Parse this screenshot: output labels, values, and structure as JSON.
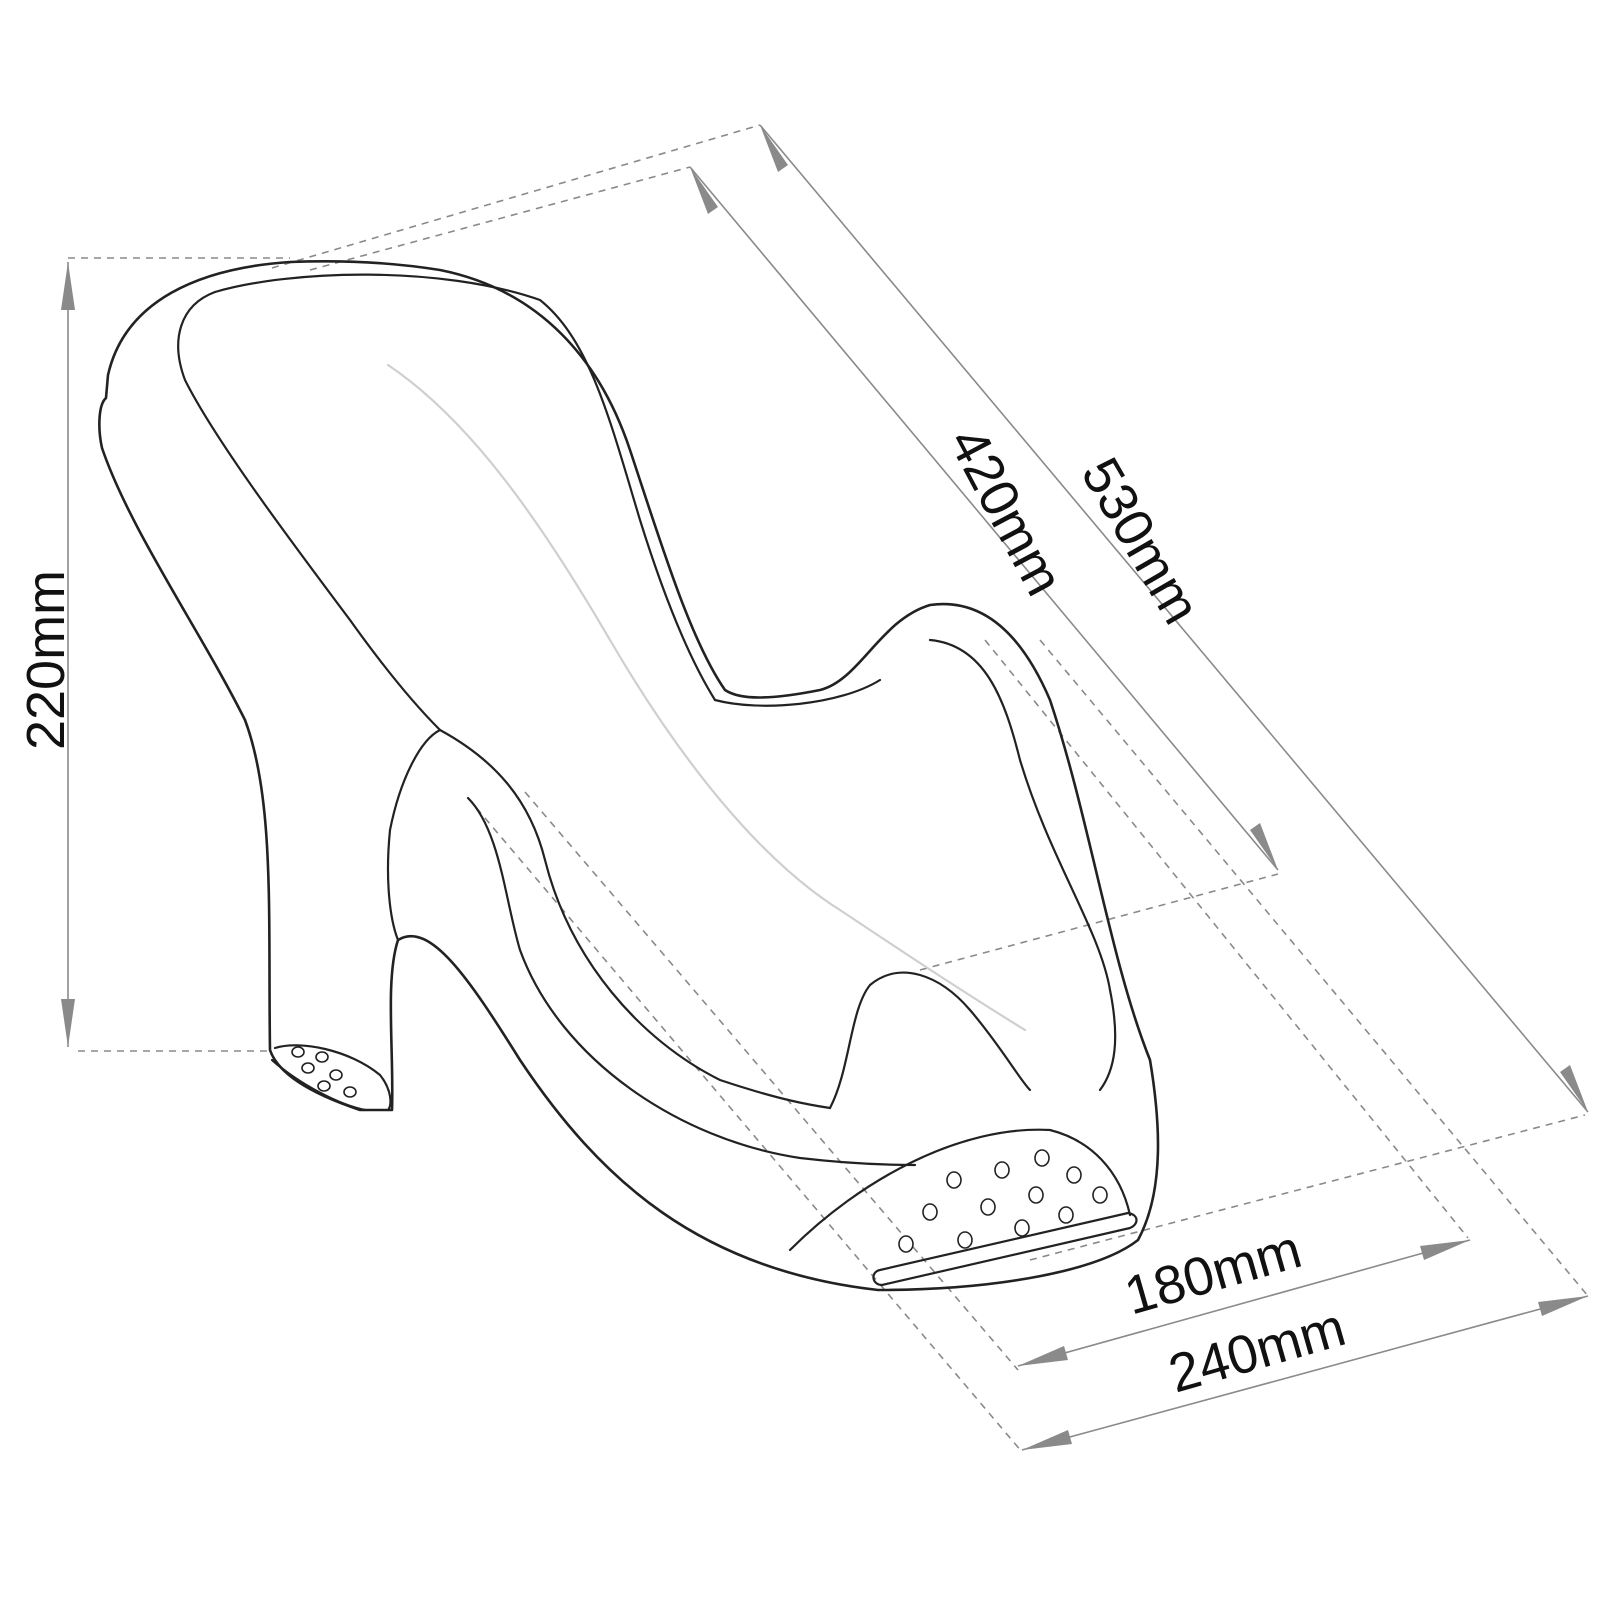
{
  "dimensions": {
    "height": "220mm",
    "seat_length": "420mm",
    "total_length": "530mm",
    "inner_width": "180mm",
    "total_width": "240mm"
  },
  "colors": {
    "outline": "#222222",
    "dimension_line": "#8a8a8a",
    "background": "#ffffff"
  }
}
